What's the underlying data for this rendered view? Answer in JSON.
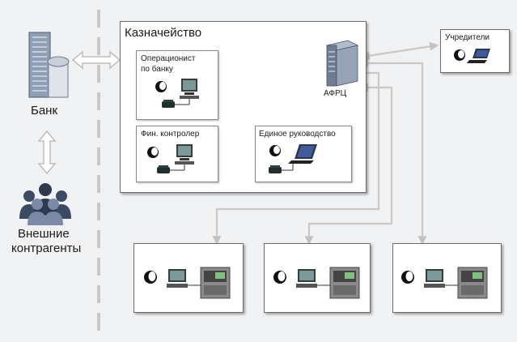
{
  "labels": {
    "bank": "Банк",
    "external": [
      "Внешние",
      "контрагенты"
    ],
    "treasury": "Казначейство",
    "operationist": [
      "Операционист",
      "по банку"
    ],
    "fin_controller": "Фин. контролер",
    "unified_management": "Единое руководство",
    "afrc": "АФРЦ",
    "founders": "Учредители"
  },
  "colors": {
    "background": "#f1f2f4",
    "box_border": "#6d6d6d",
    "arrow": "#c8c8c8",
    "dashed_divider": "#c8c8c8",
    "server": "#7f8fa3",
    "bank_building": "#8fa0b6",
    "people": "#3d4a64"
  },
  "icons": [
    "bank-building-icon",
    "people-group-icon",
    "server-icon",
    "user-icon",
    "monitor-icon",
    "phone-icon",
    "laptop-icon",
    "terminal-unit-icon"
  ]
}
